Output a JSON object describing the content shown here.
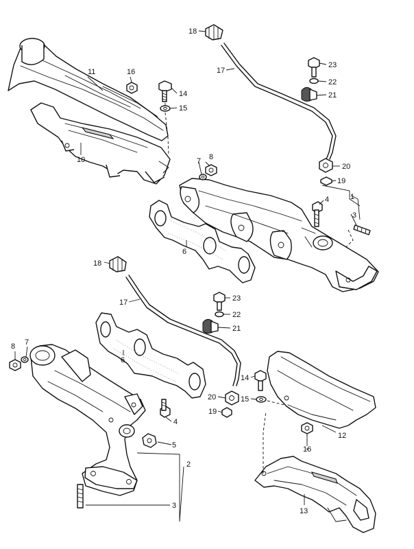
{
  "callouts": {
    "n1": "1",
    "n2": "2",
    "n3a": "3",
    "n3b": "3",
    "n4a": "4",
    "n4b": "4",
    "n5": "5",
    "n6a": "6",
    "n6b": "6",
    "n7a": "7",
    "n7b": "7",
    "n8a": "8",
    "n8b": "8",
    "n10": "10",
    "n11": "11",
    "n12": "12",
    "n13": "13",
    "n14a": "14",
    "n14b": "14",
    "n15a": "15",
    "n15b": "15",
    "n16a": "16",
    "n16b": "16",
    "n17a": "17",
    "n17b": "17",
    "n18a": "18",
    "n18b": "18",
    "n19a": "19",
    "n19b": "19",
    "n20a": "20",
    "n20b": "20",
    "n21a": "21",
    "n21b": "21",
    "n22a": "22",
    "n22b": "22",
    "n23a": "23",
    "n23b": "23"
  }
}
